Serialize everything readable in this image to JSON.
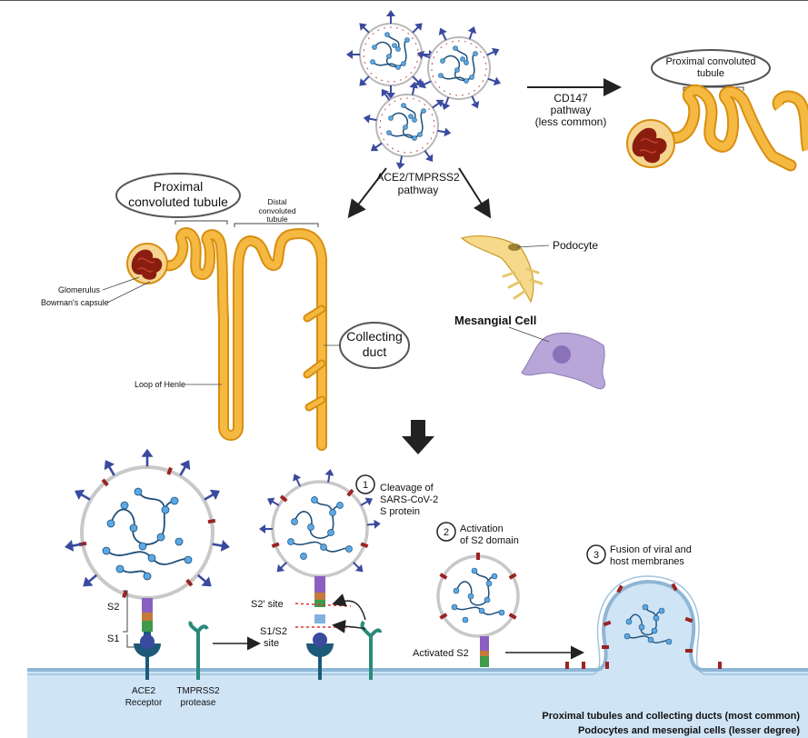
{
  "top": {
    "cd147_pathway": [
      "CD147",
      "pathway",
      "(less common)"
    ],
    "pct_oval": [
      "Proximal convoluted",
      "tubule"
    ],
    "ace2_pathway": [
      "ACE2/TMPRSS2",
      "pathway"
    ]
  },
  "nephron": {
    "pct_oval": [
      "Proximal",
      "convoluted tubule"
    ],
    "distal": [
      "Distal",
      "convoluted",
      "tubule"
    ],
    "glomerulus": "Glomerulus",
    "bowmans": "Bowman's capsule",
    "loop": "Loop of Henle",
    "collecting": [
      "Collecting",
      "duct"
    ]
  },
  "cells": {
    "podocyte": "Podocyte",
    "mesangial": "Mesangial Cell"
  },
  "steps": {
    "s1": {
      "num": "1",
      "text": [
        "Cleavage of",
        "SARS-CoV-2",
        "S protein"
      ]
    },
    "s2": {
      "num": "2",
      "text": [
        "Activation",
        "of S2 domain"
      ]
    },
    "s3": {
      "num": "3",
      "text": [
        "Fusion of viral and",
        "host membranes"
      ]
    }
  },
  "mechanism": {
    "s2_label": "S2",
    "s1_label": "S1",
    "ace2": [
      "ACE2",
      "Receptor"
    ],
    "tmprss2": [
      "TMPRSS2",
      "protease"
    ],
    "s2p_site": "S2' site",
    "s1s2_site": [
      "S1/S2",
      "site"
    ],
    "activated_s2": "Activated S2"
  },
  "footer": {
    "line1": "Proximal tubules and collecting ducts (most common)",
    "line2": "Podocytes and mesengial cells (lesser degree)"
  },
  "colors": {
    "tubule": "#f5b942",
    "tubule_dark": "#d88f10",
    "glomerulus": "#8b1d10",
    "virus_ring": "#b8b8b8",
    "spike": "#3a4a9e",
    "rna": "#1e4f7a",
    "rna_dot": "#5aa9e6",
    "membrane": "#cfe4f5",
    "membrane_edge": "#8fb6d6",
    "mesangial": "#b9a6d9",
    "receptor": "#1d5a7a",
    "tmprss2": "#2a8a7a"
  }
}
